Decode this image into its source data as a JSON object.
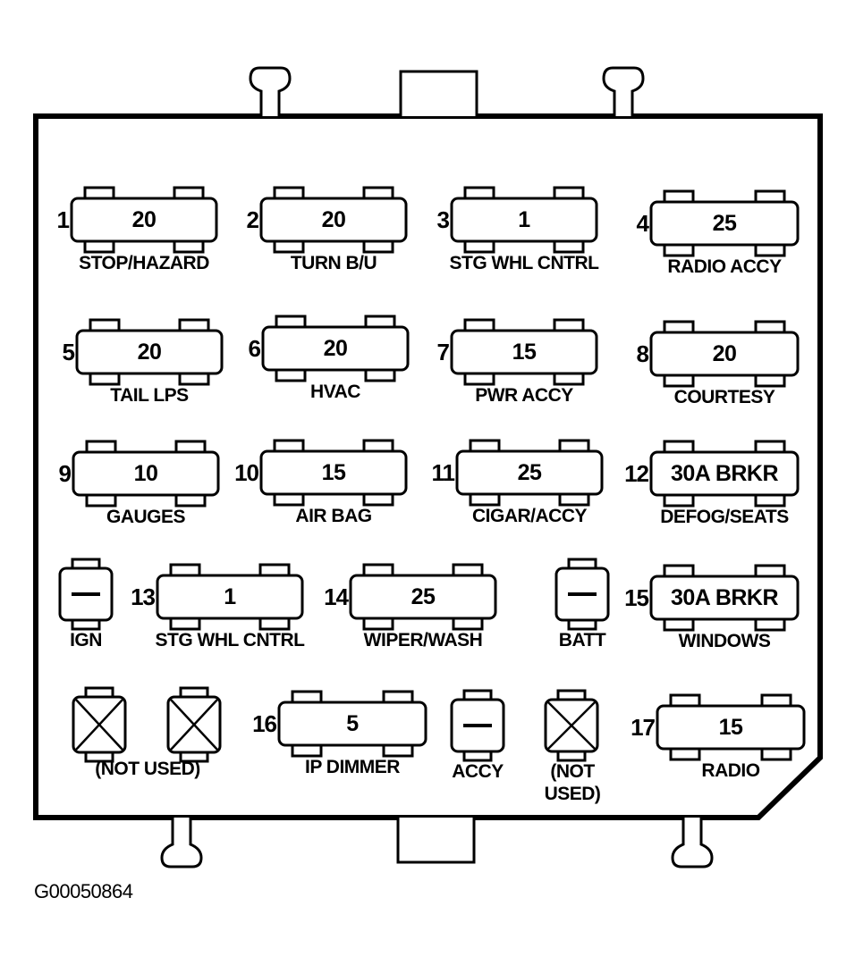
{
  "diagram": {
    "title": "Fuse Block Layout",
    "figure_code": "G00050864",
    "colors": {
      "line": "#000000",
      "background": "#ffffff"
    },
    "fuses": [
      {
        "number": "1",
        "rating": "20",
        "circuit": "STOP/HAZARD"
      },
      {
        "number": "2",
        "rating": "20",
        "circuit": "TURN B/U"
      },
      {
        "number": "3",
        "rating": "1",
        "circuit": "STG WHL CNTRL"
      },
      {
        "number": "4",
        "rating": "25",
        "circuit": "RADIO ACCY"
      },
      {
        "number": "5",
        "rating": "20",
        "circuit": "TAIL LPS"
      },
      {
        "number": "6",
        "rating": "20",
        "circuit": "HVAC"
      },
      {
        "number": "7",
        "rating": "15",
        "circuit": "PWR ACCY"
      },
      {
        "number": "8",
        "rating": "20",
        "circuit": "COURTESY"
      },
      {
        "number": "9",
        "rating": "10",
        "circuit": "GAUGES"
      },
      {
        "number": "10",
        "rating": "15",
        "circuit": "AIR BAG"
      },
      {
        "number": "11",
        "rating": "25",
        "circuit": "CIGAR/ACCY"
      },
      {
        "number": "12",
        "rating": "30A BRKR",
        "circuit": "DEFOG/SEATS"
      },
      {
        "number": "13",
        "rating": "1",
        "circuit": "STG WHL CNTRL"
      },
      {
        "number": "14",
        "rating": "25",
        "circuit": "WIPER/WASH"
      },
      {
        "number": "15",
        "rating": "30A BRKR",
        "circuit": "WINDOWS"
      },
      {
        "number": "16",
        "rating": "5",
        "circuit": "IP DIMMER"
      },
      {
        "number": "17",
        "rating": "15",
        "circuit": "RADIO"
      }
    ],
    "small_slots": [
      {
        "type": "dash",
        "label": "IGN"
      },
      {
        "type": "dash",
        "label": "BATT"
      },
      {
        "type": "cross",
        "label": ""
      },
      {
        "type": "cross",
        "label": ""
      },
      {
        "type": "dash",
        "label": "ACCY"
      },
      {
        "type": "cross",
        "label": ""
      }
    ],
    "not_used_label": "(NOT USED)",
    "not_used_label_line1": "(NOT",
    "not_used_label_line2": "USED)"
  }
}
